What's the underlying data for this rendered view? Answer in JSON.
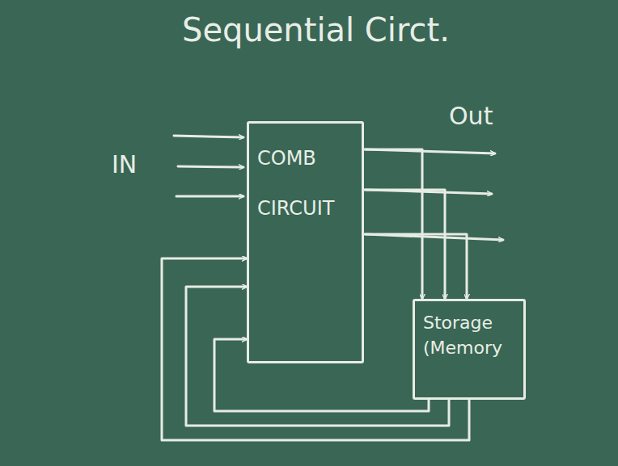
{
  "diagram": {
    "title": "Sequential Circt.",
    "nodes": [
      {
        "text": [
          "COMB CIRCUIT"
        ]
      },
      {
        "text": [
          "Storage (Memory"
        ]
      }
    ],
    "edges": [
      {
        "from": 0,
        "to": 1,
        "arrow": "to"
      },
      {
        "from": 0,
        "to": 1,
        "arrow": "to"
      },
      {
        "from": 0,
        "to": 1,
        "arrow": "to"
      },
      {
        "from": 1,
        "to": 0,
        "arrow": "to"
      },
      {
        "from": 1,
        "to": 0,
        "arrow": "to"
      },
      {
        "from": 1,
        "to": 0,
        "arrow": "to"
      }
    ],
    "labels": [
      "IN",
      "Out"
    ]
  }
}
